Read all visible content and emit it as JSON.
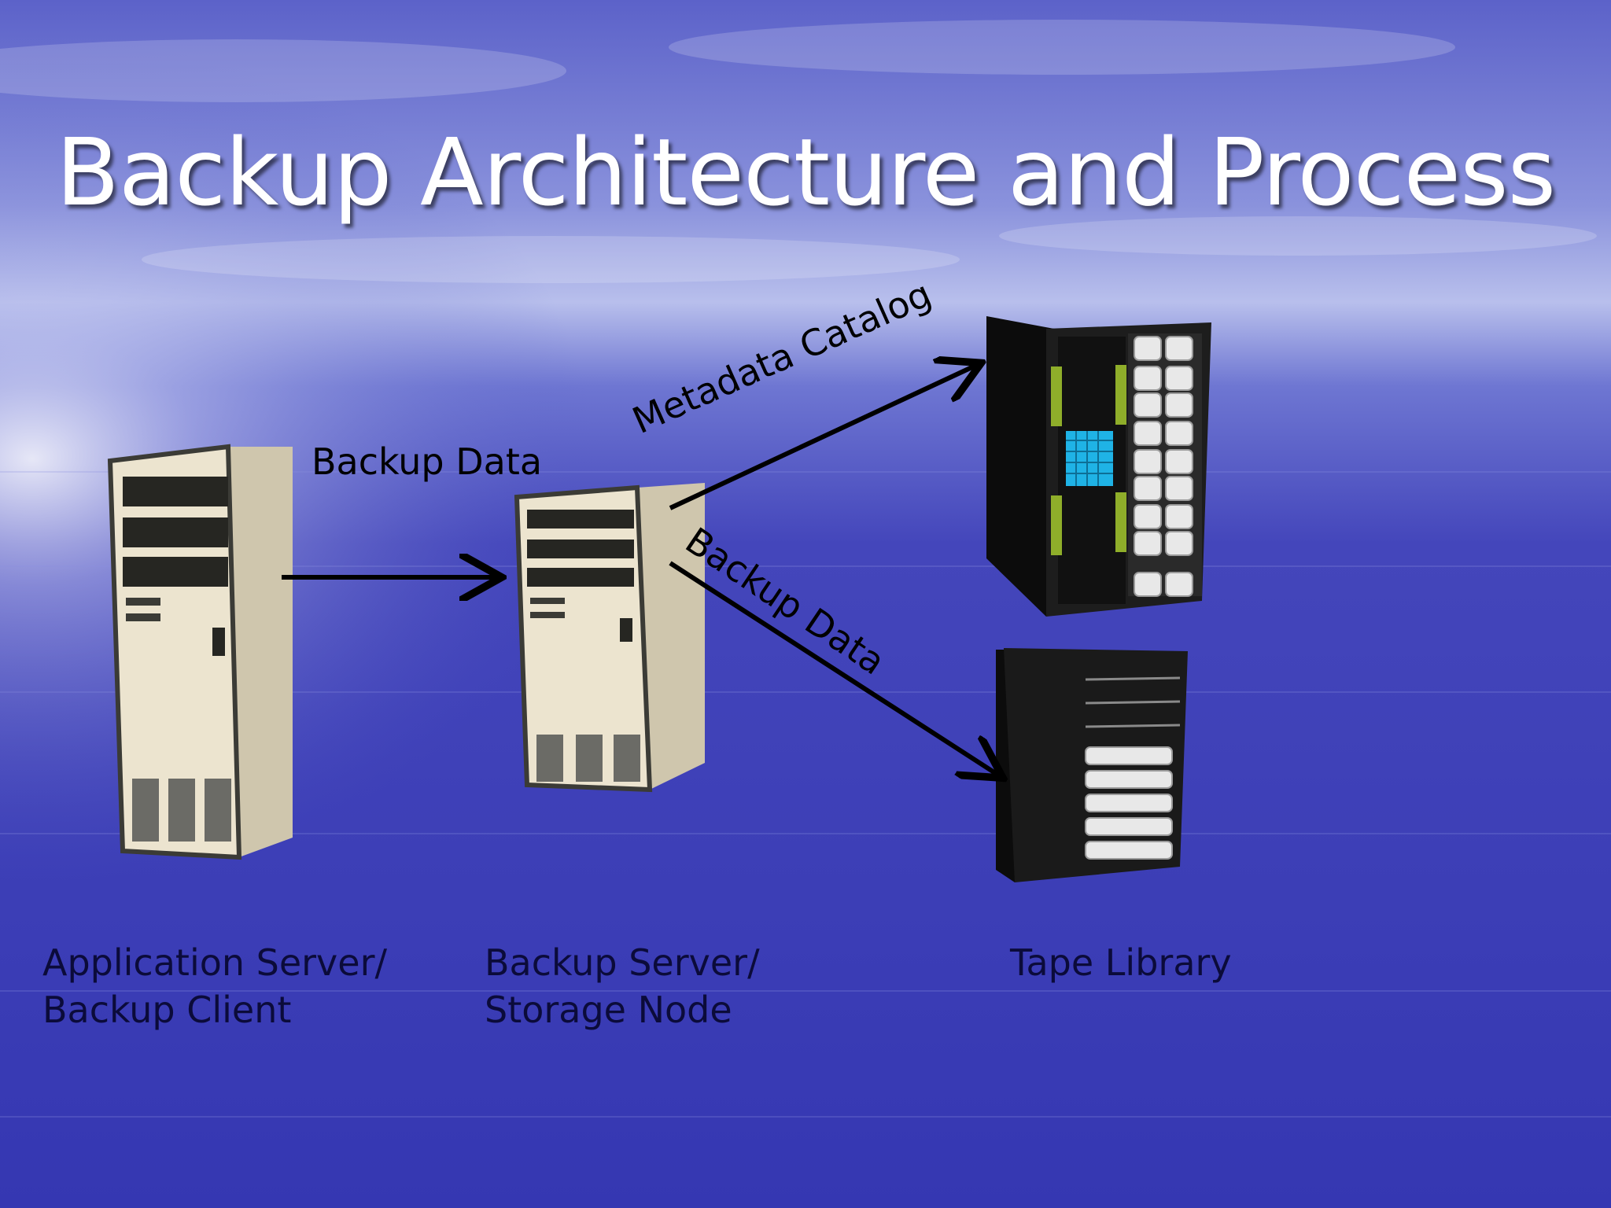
{
  "title": "Backup Architecture and Process",
  "nodes": {
    "app_server": {
      "line1": "Application Server/",
      "line2": "Backup Client"
    },
    "backup_server": {
      "line1": "Backup Server/",
      "line2": "Storage Node"
    },
    "tape_library": {
      "line1": "Tape Library"
    }
  },
  "edges": {
    "client_to_server": "Backup Data",
    "server_to_catalog": "Metadata Catalog",
    "server_to_tape": "Backup Data"
  },
  "colors": {
    "server_body": "#ece4cf",
    "server_frame": "#3b3b36",
    "rack": "#1a1a1a",
    "arrow": "#000000",
    "chip": "#1fb3e6",
    "rail": "#8fae2a"
  }
}
